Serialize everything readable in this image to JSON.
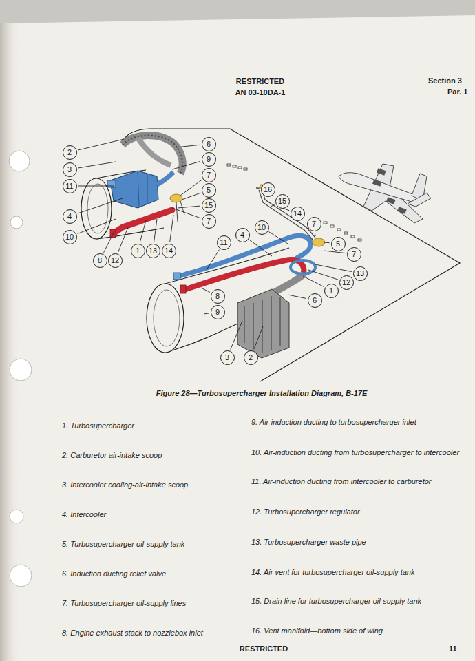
{
  "diagram": {
    "caption": "Figure 28—Turbosupercharger Installation Diagram, B-17E",
    "nodes": [
      {
        "text": [
          "2"
        ]
      },
      {
        "text": [
          "6"
        ]
      },
      {
        "text": [
          "3"
        ]
      },
      {
        "text": [
          "9"
        ]
      },
      {
        "text": [
          "11"
        ]
      },
      {
        "text": [
          "7"
        ]
      },
      {
        "text": [
          "5"
        ]
      },
      {
        "text": [
          "15"
        ]
      },
      {
        "text": [
          "4"
        ]
      },
      {
        "text": [
          "7"
        ]
      },
      {
        "text": [
          "10"
        ]
      },
      {
        "text": [
          "1"
        ]
      },
      {
        "text": [
          "13"
        ]
      },
      {
        "text": [
          "14"
        ]
      },
      {
        "text": [
          "8"
        ]
      },
      {
        "text": [
          "12"
        ]
      },
      {
        "text": [
          "16"
        ]
      },
      {
        "text": [
          "15"
        ]
      },
      {
        "text": [
          "14"
        ]
      },
      {
        "text": [
          "7"
        ]
      },
      {
        "text": [
          "10"
        ]
      },
      {
        "text": [
          "4"
        ]
      },
      {
        "text": [
          "11"
        ]
      },
      {
        "text": [
          "5"
        ]
      },
      {
        "text": [
          "7"
        ]
      },
      {
        "text": [
          "13"
        ]
      },
      {
        "text": [
          "12"
        ]
      },
      {
        "text": [
          "1"
        ]
      },
      {
        "text": [
          "8"
        ]
      },
      {
        "text": [
          "6"
        ]
      },
      {
        "text": [
          "9"
        ]
      },
      {
        "text": [
          "3"
        ]
      },
      {
        "text": [
          "2"
        ]
      }
    ],
    "labels": [
      "RESTRICTED",
      "AN 03-10DA-1",
      "Section 3",
      "Par. 1",
      "1. Turbosupercharger",
      "2. Carburetor air-intake scoop",
      "3. Intercooler cooling-air-intake scoop",
      "4. Intercooler",
      "5. Turbosupercharger oil-supply tank",
      "6. Induction ducting relief valve",
      "7. Turbosupercharger oil-supply lines",
      "8. Engine exhaust stack to nozzlebox inlet",
      "9. Air-induction ducting to turbosupercharger inlet",
      "10. Air-induction ducting from turbosupercharger to intercooler",
      "11. Air-induction ducting from intercooler to carburetor",
      "12. Turbosupercharger regulator",
      "13. Turbosupercharger waste pipe",
      "14. Air vent for turbosupercharger oil-supply tank",
      "15. Drain line for turbosupercharger oil-supply tank",
      "16. Vent manifold—bottom side of wing",
      "RESTRICTED",
      "11"
    ]
  }
}
